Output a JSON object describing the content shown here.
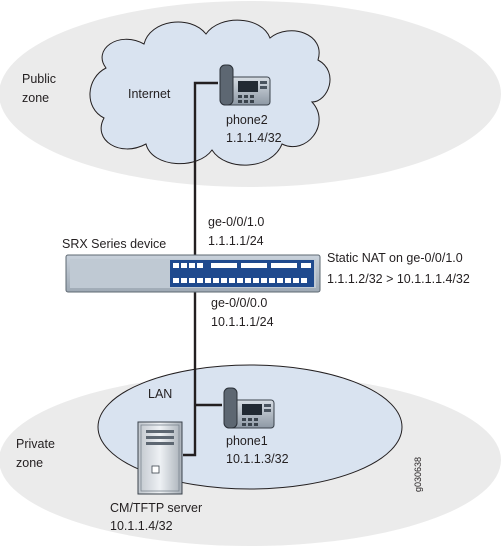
{
  "public_zone": {
    "label_line1": "Public",
    "label_line2": "zone"
  },
  "internet": {
    "label": "Internet"
  },
  "phone2": {
    "name": "phone2",
    "ip": "1.1.1.4/32"
  },
  "srx": {
    "label": "SRX Series device",
    "upper_interface": "ge-0/0/1.0",
    "upper_ip": "1.1.1.1/24",
    "lower_interface": "ge-0/0/0.0",
    "lower_ip": "10.1.1.1/24",
    "nat_line1": "Static NAT on ge-0/0/1.0",
    "nat_line2": "1.1.1.2/32 > 10.1.1.1.4/32"
  },
  "private_zone": {
    "label_line1": "Private",
    "label_line2": "zone"
  },
  "lan": {
    "label": "LAN"
  },
  "phone1": {
    "name": "phone1",
    "ip": "10.1.1.3/32"
  },
  "server": {
    "name": "CM/TFTP server",
    "ip": "10.1.1.4/32"
  },
  "figure_id": "g030638",
  "colors": {
    "zone_fill": "#ebebeb",
    "cloud_fill": "#d9e3f0",
    "line": "#231f20",
    "device_blue": "#1f4a8e"
  }
}
